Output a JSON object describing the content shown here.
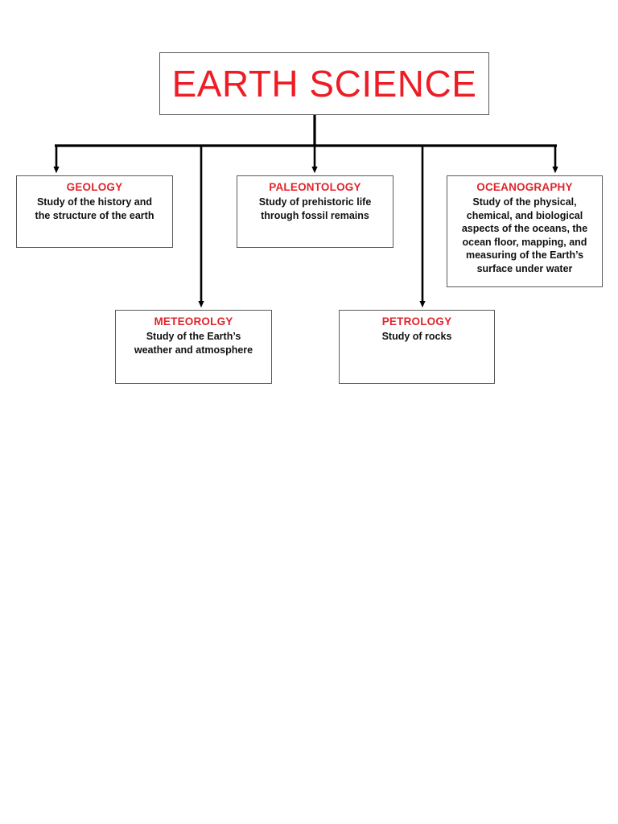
{
  "diagram": {
    "type": "hierarchy-tree",
    "root": {
      "title": "EARTH SCIENCE",
      "title_color": "#ee1c25"
    },
    "heading_color": "#e0252b",
    "body_color": "#111111",
    "border_color": "#5a5a5a",
    "connector_color": "#000000",
    "background": "#ffffff",
    "nodes": [
      {
        "id": "geology",
        "heading": "GEOLOGY",
        "lines": [
          "Study of the history and",
          "the structure of the earth"
        ]
      },
      {
        "id": "paleontology",
        "heading": "PALEONTOLOGY",
        "lines": [
          "Study of prehistoric life",
          "through fossil remains"
        ]
      },
      {
        "id": "oceanography",
        "heading": "OCEANOGRAPHY",
        "lines": [
          "Study of the physical,",
          "chemical, and biological",
          "aspects of the oceans, the",
          "ocean floor, mapping, and",
          "measuring of the Earth’s",
          "surface under water"
        ]
      },
      {
        "id": "meteorolgy",
        "heading": "METEOROLGY",
        "lines": [
          "Study of the Earth’s",
          "weather and atmosphere"
        ]
      },
      {
        "id": "petrology",
        "heading": "PETROLOGY",
        "lines": [
          "Study of rocks"
        ]
      }
    ]
  }
}
